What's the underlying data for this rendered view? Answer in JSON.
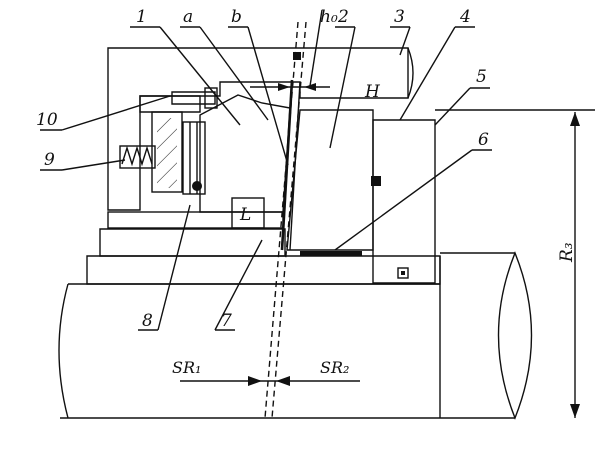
{
  "labels": {
    "part1": "1",
    "a": "a",
    "b": "b",
    "h0": "h₀",
    "part2": "2",
    "part3": "3",
    "part4": "4",
    "part5": "5",
    "part6": "6",
    "part7": "7",
    "part8": "8",
    "part9": "9",
    "part10": "10",
    "H": "H",
    "L": "L",
    "R3": "R₃",
    "SR1": "SR₁",
    "SR2": "SR₂"
  }
}
